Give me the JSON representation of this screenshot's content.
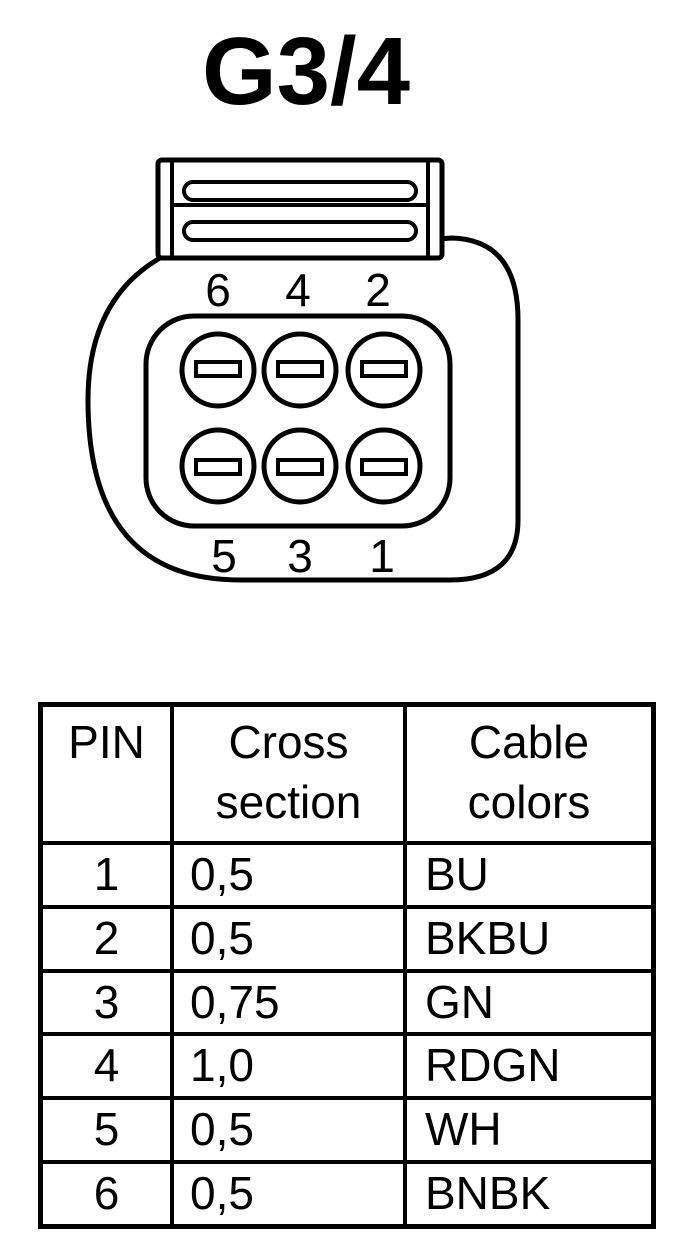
{
  "title": "G3/4",
  "connector": {
    "top_row_pins": [
      "6",
      "4",
      "2"
    ],
    "bottom_row_pins": [
      "5",
      "3",
      "1"
    ]
  },
  "table": {
    "headers": {
      "pin": "PIN",
      "cross_section": [
        "Cross",
        "section"
      ],
      "cable_colors": [
        "Cable",
        "colors"
      ]
    },
    "rows": [
      {
        "pin": "1",
        "cross_section": "0,5",
        "color": "BU"
      },
      {
        "pin": "2",
        "cross_section": "0,5",
        "color": "BKBU"
      },
      {
        "pin": "3",
        "cross_section": "0,75",
        "color": "GN"
      },
      {
        "pin": "4",
        "cross_section": "1,0",
        "color": "RDGN"
      },
      {
        "pin": "5",
        "cross_section": "0,5",
        "color": "WH"
      },
      {
        "pin": "6",
        "cross_section": "0,5",
        "color": "BNBK"
      }
    ]
  }
}
